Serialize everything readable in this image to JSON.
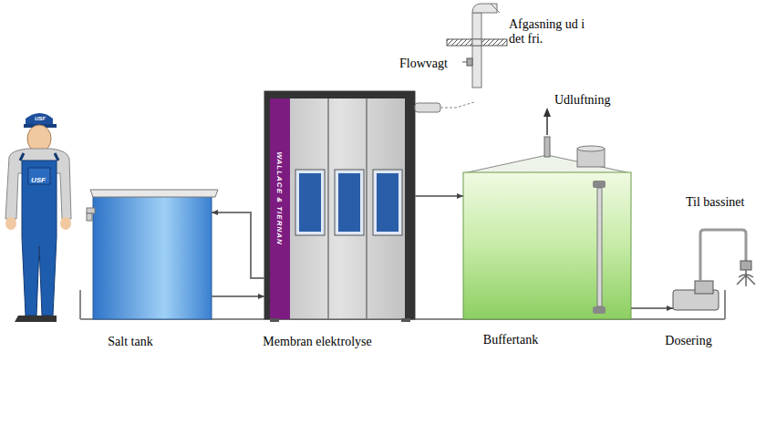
{
  "diagram": {
    "nodes": [
      {
        "text": [
          "Salt tank"
        ]
      },
      {
        "text": [
          "WALLACE & TIERNAN",
          "Membran elektrolyse"
        ]
      },
      {
        "text": [
          "Buffertank"
        ]
      },
      {
        "text": [
          "Dosering"
        ]
      }
    ],
    "edges": [
      {
        "from": 0,
        "to": 1,
        "arrow": "to"
      },
      {
        "from": 1,
        "to": 0,
        "arrow": "to"
      },
      {
        "from": 1,
        "to": 2,
        "arrow": "to"
      },
      {
        "from": 2,
        "to": 3,
        "arrow": "to"
      }
    ],
    "labels": [
      "Afgasning ud i det fri.",
      "Flowvagt",
      "Udluftning",
      "Til bassinet",
      "USF",
      "USF"
    ]
  }
}
